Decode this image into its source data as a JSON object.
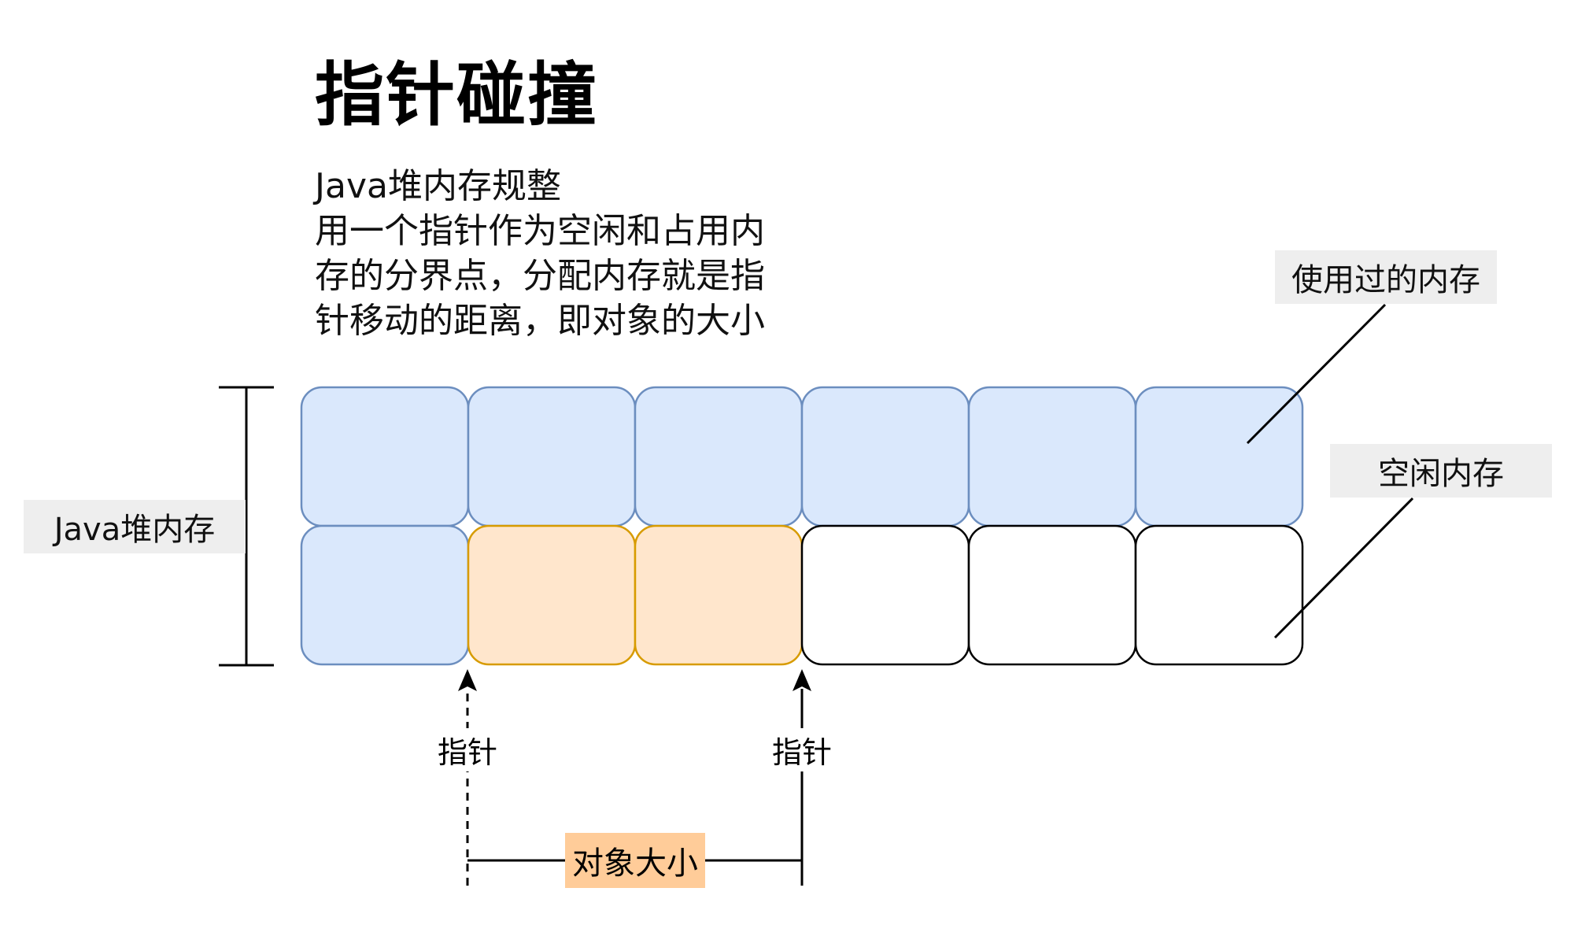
{
  "title": "指针碰撞",
  "description": {
    "lines": [
      "Java堆内存规整",
      "用一个指针作为空闲和占用内",
      "存的分界点，分配内存就是指",
      "针移动的距离，即对象的大小"
    ]
  },
  "labels": {
    "used_memory": "使用过的内存",
    "free_memory": "空闲内存",
    "heap": "Java堆内存",
    "pointer_left": "指针",
    "pointer_right": "指针",
    "object_size": "对象大小"
  },
  "grid": {
    "rows": [
      [
        "used",
        "used",
        "used",
        "used",
        "used",
        "used"
      ],
      [
        "used",
        "object",
        "object",
        "free",
        "free",
        "free"
      ]
    ]
  },
  "colors": {
    "used_fill": "#dae8fc",
    "used_stroke": "#6c8ebf",
    "object_fill": "#ffe6cc",
    "object_stroke": "#d79b00",
    "free_fill": "#ffffff",
    "free_stroke": "#000000",
    "label_bg": "#eeeeee",
    "size_label_bg": "#ffcc99"
  }
}
